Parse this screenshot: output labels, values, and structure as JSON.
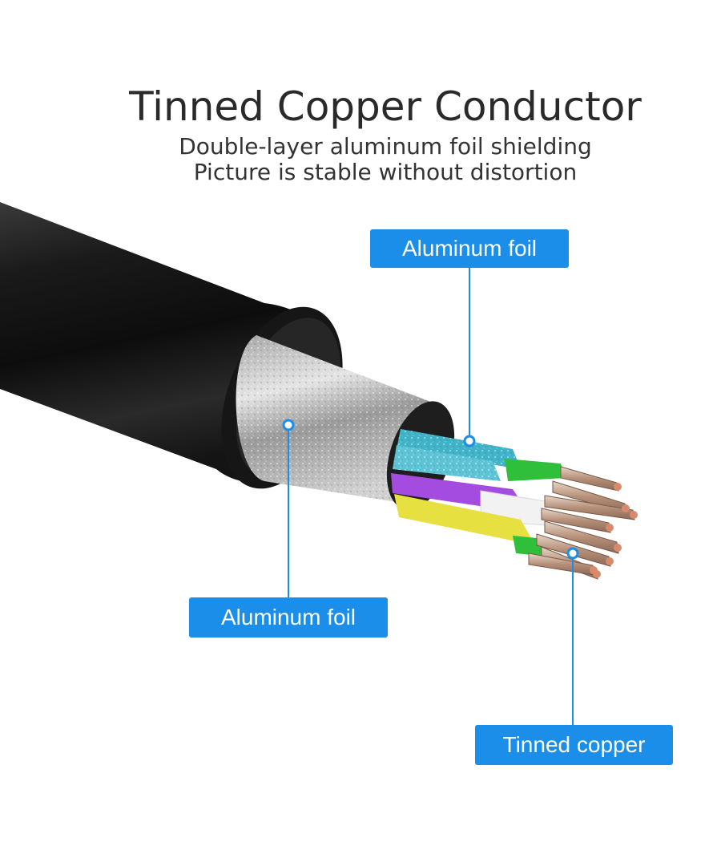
{
  "header": {
    "title": "Tinned Copper Conductor",
    "subtitle_line1": "Double-layer aluminum foil shielding",
    "subtitle_line2": "Picture is stable without distortion"
  },
  "callouts": {
    "top_label": "Aluminum foil",
    "left_label": "Aluminum foil",
    "right_label": "Tinned copper"
  },
  "colors": {
    "label_bg": "#1a8ee8",
    "label_text": "#ffffff",
    "jacket": "#1b1b1b",
    "foil": "#c9c9c9",
    "wire_cyan": "#3fb3c8",
    "wire_purple": "#a44ce0",
    "wire_yellow": "#e6e040",
    "wire_green": "#2fbf3a",
    "wire_white": "#f2f2f2",
    "copper": "#c8a48a"
  }
}
